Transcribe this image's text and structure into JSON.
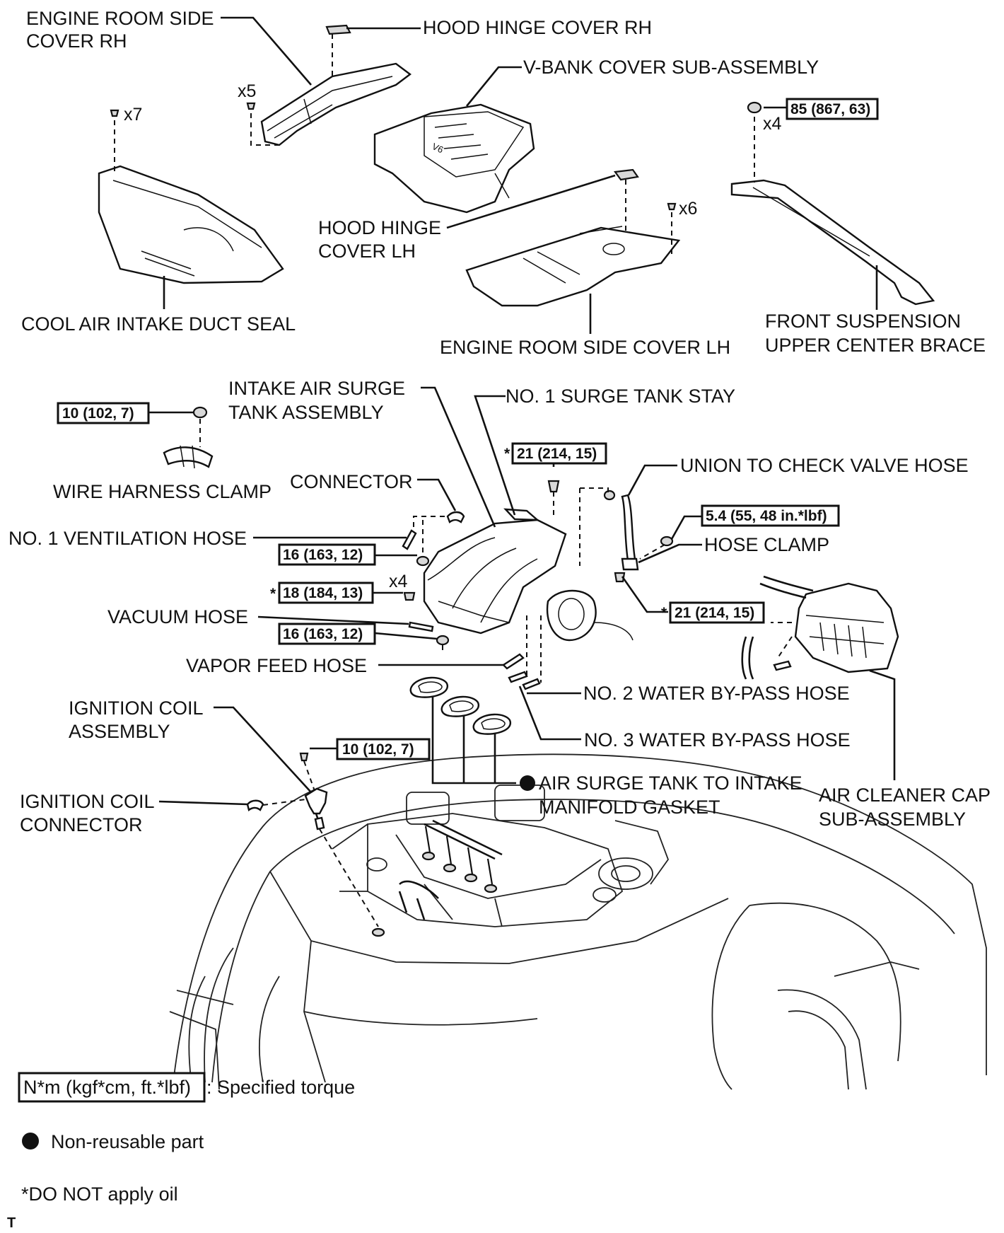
{
  "callouts": {
    "engine_room_side_cover_rh": [
      "ENGINE ROOM SIDE",
      "COVER RH"
    ],
    "hood_hinge_cover_rh": "HOOD HINGE COVER RH",
    "v_bank_cover": "V-BANK COVER SUB-ASSEMBLY",
    "hood_hinge_cover_lh": [
      "HOOD HINGE",
      "COVER LH"
    ],
    "cool_air_intake_duct_seal": "COOL AIR INTAKE DUCT SEAL",
    "engine_room_side_cover_lh": "ENGINE ROOM SIDE COVER LH",
    "front_suspension_brace": [
      "FRONT SUSPENSION",
      "UPPER CENTER BRACE"
    ],
    "intake_air_surge_tank": [
      "INTAKE AIR SURGE",
      "TANK ASSEMBLY"
    ],
    "no1_surge_tank_stay": "NO. 1 SURGE TANK STAY",
    "wire_harness_clamp": "WIRE HARNESS CLAMP",
    "connector": "CONNECTOR",
    "union_to_check_valve_hose": "UNION TO CHECK VALVE HOSE",
    "no1_ventilation_hose": "NO. 1 VENTILATION HOSE",
    "hose_clamp": "HOSE CLAMP",
    "vacuum_hose": "VACUUM HOSE",
    "vapor_feed_hose": "VAPOR FEED HOSE",
    "no2_water_bypass_hose": "NO. 2 WATER BY-PASS HOSE",
    "no3_water_bypass_hose": "NO. 3 WATER BY-PASS HOSE",
    "ignition_coil_assembly": [
      "IGNITION COIL",
      "ASSEMBLY"
    ],
    "ignition_coil_connector": [
      "IGNITION COIL",
      "CONNECTOR"
    ],
    "air_surge_tank_gasket": [
      "AIR SURGE TANK TO INTAKE",
      "MANIFOLD GASKET"
    ],
    "air_cleaner_cap": [
      "AIR CLEANER CAP",
      "SUB-ASSEMBLY"
    ]
  },
  "quantities": {
    "x7": "x7",
    "x5": "x5",
    "x4_brace": "x4",
    "x6": "x6",
    "x4_manifold": "x4"
  },
  "torque_specs": {
    "brace_nut": "85 (867, 63)",
    "harness_clamp_nut": "10 (102, 7)",
    "stay_bolt": "21 (214, 15)",
    "hose_clamp_nut": "5.4 (55, 48 in.*lbf)",
    "surge_tank_nut_upper": "16 (163, 12)",
    "surge_tank_bolt": "18 (184, 13)",
    "surge_tank_nut_lower": "16 (163, 12)",
    "stay_bolt_right": "21 (214, 15)",
    "ignition_coil_bolt": "10 (102, 7)"
  },
  "markers": {
    "no_oil_asterisk": "*"
  },
  "legend": {
    "torque_unit_box": "N*m (kgf*cm, ft.*lbf)",
    "torque_unit_desc": ": Specified torque",
    "non_reusable": "Non-reusable part",
    "no_oil_note": "*DO NOT apply oil",
    "corner_code": "T"
  },
  "colors": {
    "ink": "#111111",
    "background": "#ffffff"
  }
}
